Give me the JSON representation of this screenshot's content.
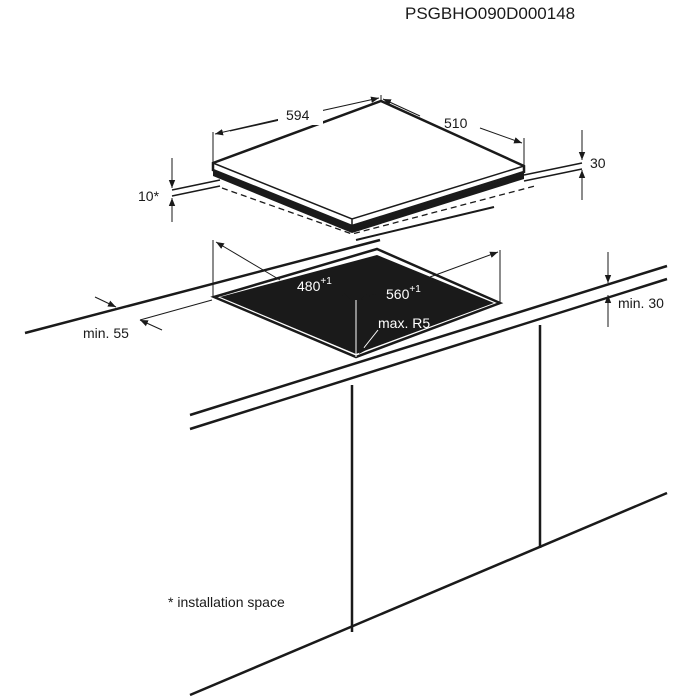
{
  "diagram": {
    "code": "PSGBHO090D000148",
    "hob": {
      "width": "594",
      "depth": "510",
      "height": "30",
      "clearance": "10*"
    },
    "cutout": {
      "depth": "480",
      "depth_tolerance": "+1",
      "width": "560",
      "width_tolerance": "+1",
      "corner_radius": "max. R5",
      "min_wall_distance": "min. 55",
      "min_worktop_thickness": "min. 30"
    },
    "footnote": "* installation space",
    "colors": {
      "line": "#1a1a1a",
      "cutout_fill": "#1a1a1a"
    }
  }
}
